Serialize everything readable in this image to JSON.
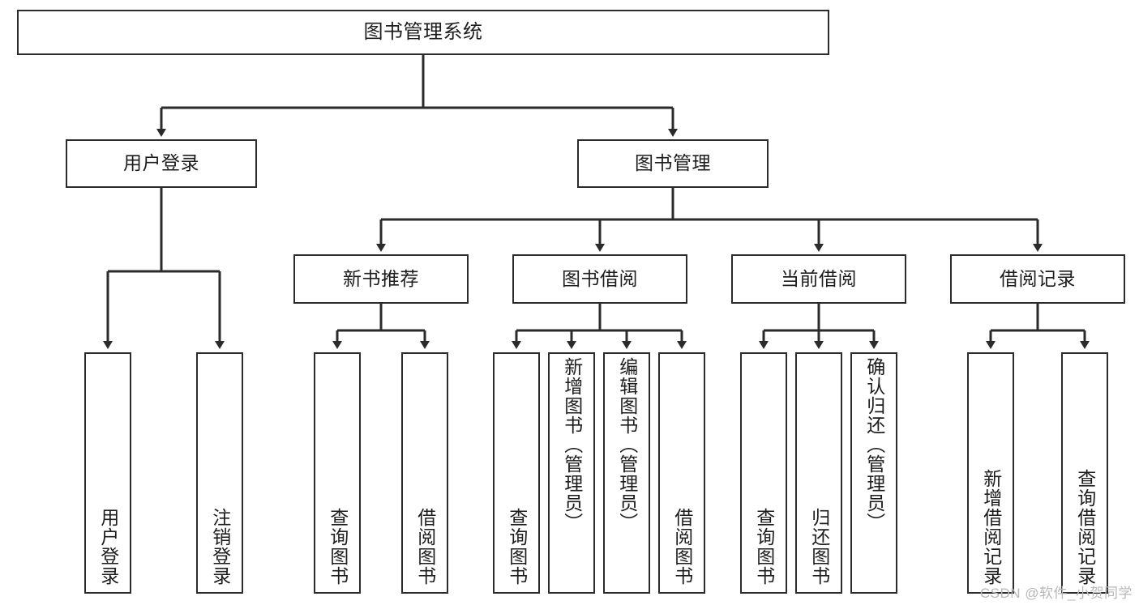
{
  "diagram": {
    "title": "图书管理系统",
    "type": "tree-hierarchy",
    "watermark": "CSDN @软件_小贺同学",
    "colors": {
      "stroke": "#2b2b2b",
      "fill": "#ffffff",
      "text": "#1d1d1d",
      "watermark": "#b8b8b8"
    },
    "nodes": {
      "root": {
        "label": "图书管理系统"
      },
      "level2": [
        {
          "label": "用户登录"
        },
        {
          "label": "图书管理"
        }
      ],
      "level3": [
        {
          "label": "新书推荐"
        },
        {
          "label": "图书借阅"
        },
        {
          "label": "当前借阅"
        },
        {
          "label": "借阅记录"
        }
      ],
      "leaves_user_login": [
        {
          "label": "用户登录"
        },
        {
          "label": "注销登录"
        }
      ],
      "leaves_new_books": [
        {
          "label": "查询图书"
        },
        {
          "label": "借阅图书"
        }
      ],
      "leaves_borrow": [
        {
          "label": "查询图书"
        },
        {
          "label": "新增图书（管理员）"
        },
        {
          "label": "编辑图书（管理员）"
        },
        {
          "label": "借阅图书"
        }
      ],
      "leaves_current": [
        {
          "label": "查询图书"
        },
        {
          "label": "归还图书"
        },
        {
          "label": "确认归还（管理员）"
        }
      ],
      "leaves_records": [
        {
          "label": "新增借阅记录"
        },
        {
          "label": "查询借阅记录"
        }
      ]
    }
  }
}
